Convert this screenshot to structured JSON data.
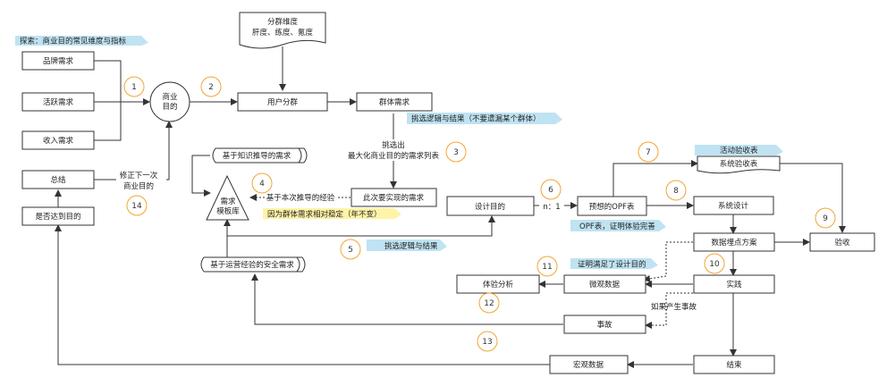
{
  "notes": {
    "explore": "探索：商业目的常见维度与指标",
    "filter_logic": "挑选逻辑与结果（不要遗漏某个群体）",
    "activity_acceptance": "活动验收表",
    "stable_demand": "因为群体需求相对稳定（年不变）",
    "filter_logic_2": "挑选逻辑与结果",
    "opf_note": "OPF表，证明体验完善",
    "proved_goal": "证明满足了设计目的"
  },
  "nodes": {
    "brand_demand": "品牌需求",
    "active_demand": "活跃需求",
    "revenue_demand": "收入需求",
    "business_goal_line1": "商业",
    "business_goal_line2": "目的",
    "segment_dims_line1": "分群维度",
    "segment_dims_line2": "肝度、练度、氪度",
    "user_segment": "用户分群",
    "group_demand": "群体需求",
    "summary": "总结",
    "goal_reached": "是否达到目的",
    "knowledge_demand": "基于知识推导的需求",
    "demand_library_line1": "需求",
    "demand_library_line2": "模板库",
    "ops_demand": "基于运营经验的安全需求",
    "current_demand": "此次要实现的需求",
    "design_goal": "设计目的",
    "expected_opf": "预想的OPF表",
    "system_acceptance": "系统验收表",
    "system_design": "系统设计",
    "tracking_plan": "数据埋点方案",
    "acceptance": "验收",
    "experience_analysis": "体验分析",
    "micro_data": "微观数据",
    "practice": "实践",
    "incident": "事故",
    "end": "结束",
    "macro_data": "宏观数据"
  },
  "labels": {
    "revise_line1": "修正下一次",
    "revise_line2": "商业目的",
    "select_line1": "挑选出",
    "select_line2": "最大化商业目的的需求列表",
    "based_on_current": "基于本次推导的经验",
    "ratio": "n：1",
    "if_incident": "如果产生事故"
  },
  "steps": [
    "1",
    "2",
    "3",
    "4",
    "5",
    "6",
    "7",
    "8",
    "9",
    "10",
    "11",
    "12",
    "13",
    "14"
  ]
}
